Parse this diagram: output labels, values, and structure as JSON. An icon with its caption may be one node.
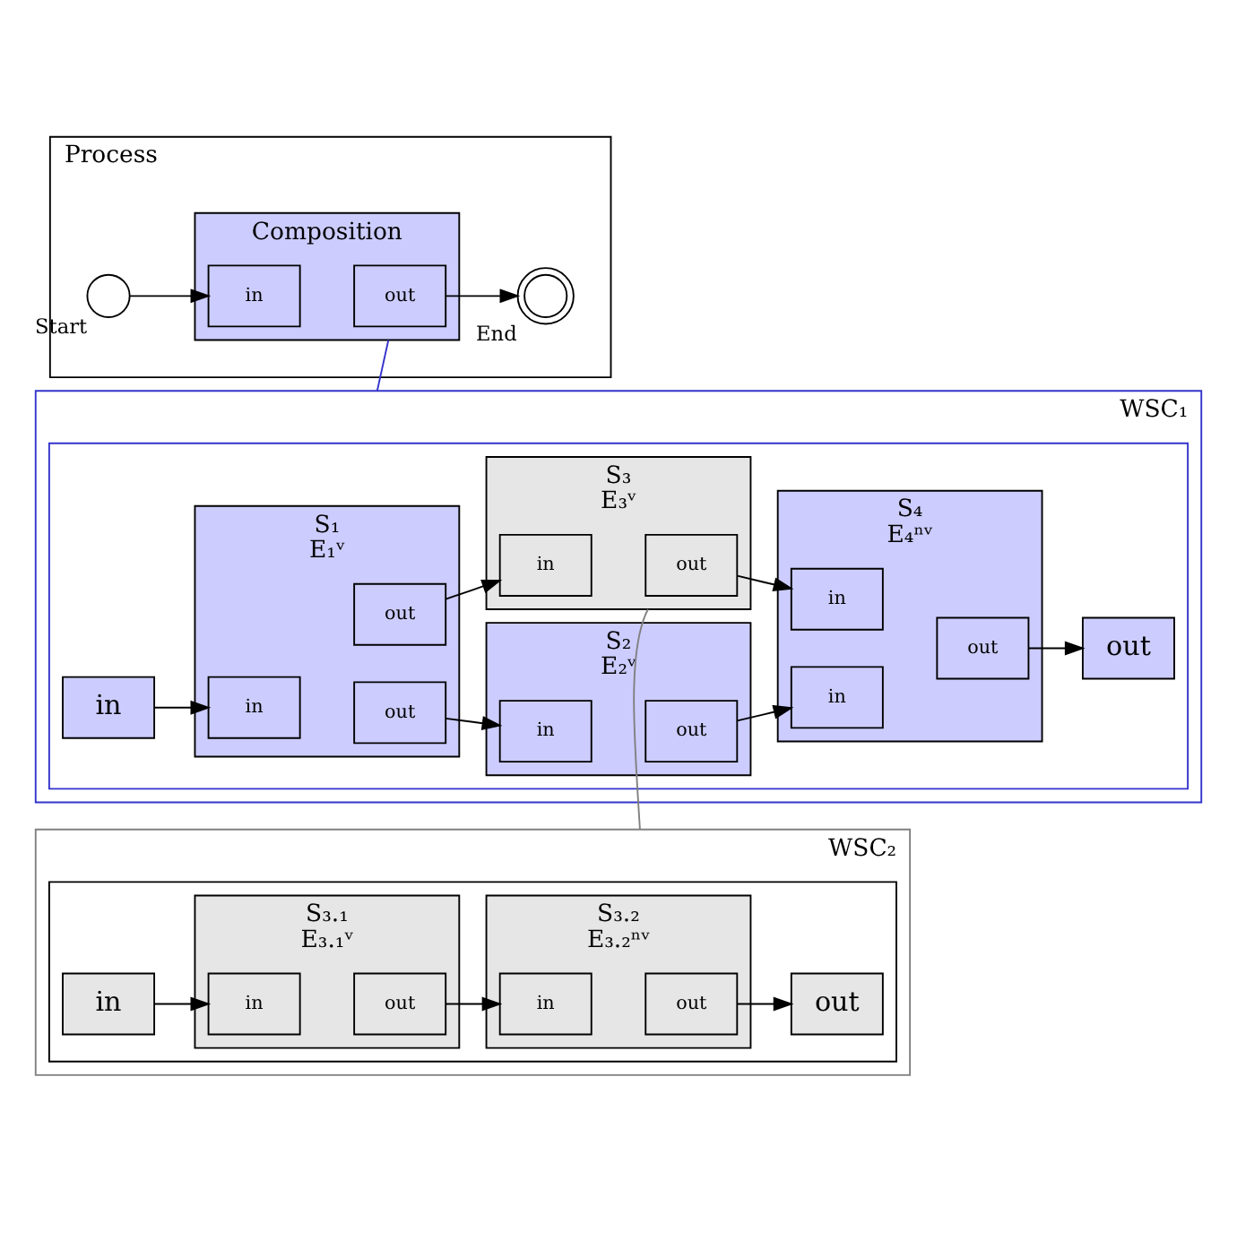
{
  "diagram": {
    "nodes": [
      {
        "text": [
          "Process"
        ]
      },
      {
        "text": [],
        "shape": "circle",
        "in": 0,
        "beside": [
          "Start"
        ]
      },
      {
        "text": [
          "Composition"
        ],
        "in": 0
      },
      {
        "text": [
          "in"
        ],
        "in": 2
      },
      {
        "text": [
          "out"
        ],
        "in": 2
      },
      {
        "text": [],
        "shape": "circle",
        "in": 0,
        "beside": [
          "End"
        ]
      },
      {
        "text": [
          "WSC₁"
        ]
      },
      {
        "text": [],
        "shape": "box",
        "in": 6
      },
      {
        "text": [
          "in"
        ],
        "in": 7
      },
      {
        "text": [
          "S₁",
          "E₁ᵛ"
        ],
        "in": 7
      },
      {
        "text": [
          "in"
        ],
        "in": 9
      },
      {
        "text": [
          "out"
        ],
        "in": 9
      },
      {
        "text": [
          "out"
        ],
        "in": 9
      },
      {
        "text": [
          "S₂",
          "E₂ᵛ"
        ],
        "in": 7
      },
      {
        "text": [
          "in"
        ],
        "in": 13
      },
      {
        "text": [
          "out"
        ],
        "in": 13
      },
      {
        "text": [
          "S₃",
          "E₃ᵛ"
        ],
        "in": 7
      },
      {
        "text": [
          "in"
        ],
        "in": 16
      },
      {
        "text": [
          "out"
        ],
        "in": 16
      },
      {
        "text": [
          "S₄",
          "E₄ⁿᵛ"
        ],
        "in": 7
      },
      {
        "text": [
          "in"
        ],
        "in": 19
      },
      {
        "text": [
          "in"
        ],
        "in": 19
      },
      {
        "text": [
          "out"
        ],
        "in": 19
      },
      {
        "text": [
          "out"
        ],
        "in": 7
      },
      {
        "text": [
          "WSC₂"
        ]
      },
      {
        "text": [],
        "shape": "box",
        "in": 24
      },
      {
        "text": [
          "in"
        ],
        "in": 25
      },
      {
        "text": [
          "S₃.₁",
          "E₃.₁ᵛ"
        ],
        "in": 25
      },
      {
        "text": [
          "in"
        ],
        "in": 27
      },
      {
        "text": [
          "out"
        ],
        "in": 27
      },
      {
        "text": [
          "S₃.₂",
          "E₃.₂ⁿᵛ"
        ],
        "in": 25
      },
      {
        "text": [
          "in"
        ],
        "in": 30
      },
      {
        "text": [
          "out"
        ],
        "in": 30
      },
      {
        "text": [
          "out"
        ],
        "in": 25
      }
    ],
    "edges": [
      {
        "from": 1,
        "to": 3,
        "arrow": "to"
      },
      {
        "from": 4,
        "to": 5,
        "arrow": "to"
      },
      {
        "from": 2,
        "to": 6,
        "arrow": "none",
        "color": "#3333cc"
      },
      {
        "from": 8,
        "to": 10,
        "arrow": "to"
      },
      {
        "from": 11,
        "to": 14,
        "arrow": "to"
      },
      {
        "from": 12,
        "to": 17,
        "arrow": "to"
      },
      {
        "from": 15,
        "to": 20,
        "arrow": "to"
      },
      {
        "from": 18,
        "to": 21,
        "arrow": "to"
      },
      {
        "from": 22,
        "to": 23,
        "arrow": "to"
      },
      {
        "from": 16,
        "to": 24,
        "arrow": "none",
        "color": "#808080"
      },
      {
        "from": 26,
        "to": 28,
        "arrow": "to"
      },
      {
        "from": 29,
        "to": 31,
        "arrow": "to"
      },
      {
        "from": 32,
        "to": 33,
        "arrow": "to"
      }
    ]
  }
}
